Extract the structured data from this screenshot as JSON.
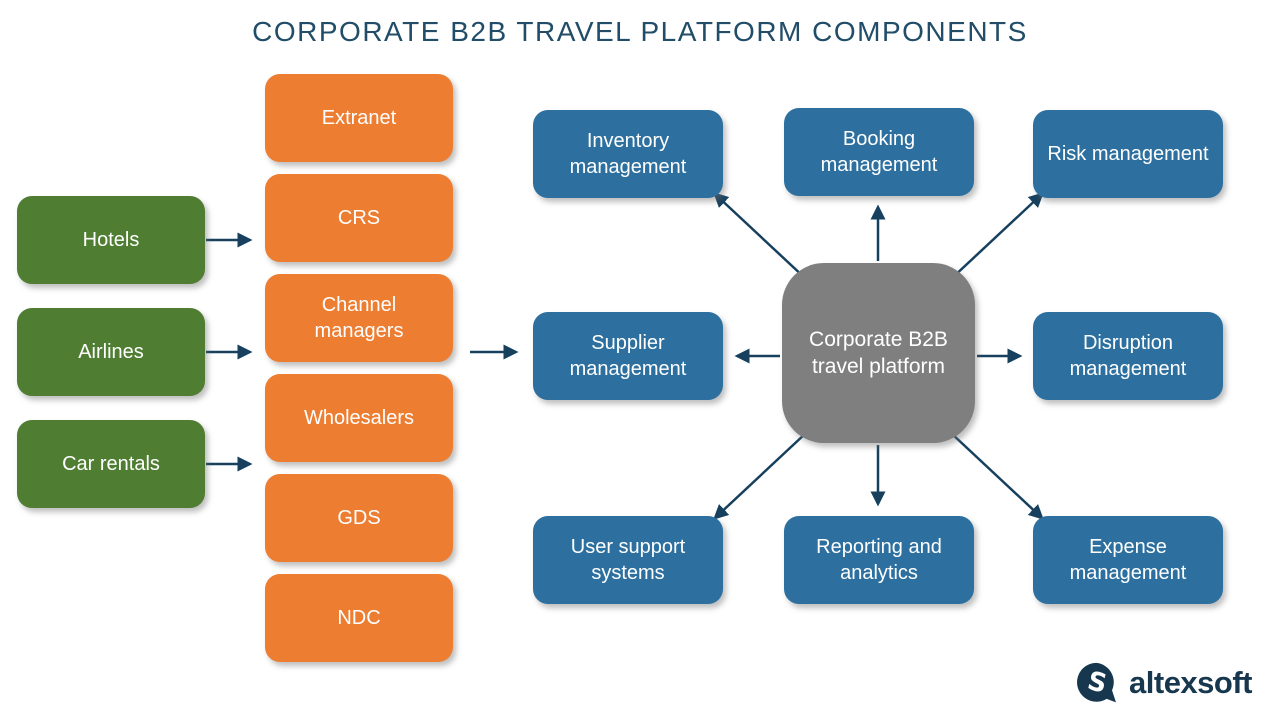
{
  "title": "CORPORATE B2B TRAVEL PLATFORM COMPONENTS",
  "colors": {
    "supplier_green": "#4F7D32",
    "system_orange": "#ED7D31",
    "component_blue": "#2D709F",
    "platform_gray": "#7F7F7F",
    "arrow_navy": "#17405E",
    "title_navy": "#214D68",
    "logo_navy": "#16374E"
  },
  "suppliers": [
    {
      "label": "Hotels"
    },
    {
      "label": "Airlines"
    },
    {
      "label": "Car rentals"
    }
  ],
  "systems": [
    {
      "label": "Extranet"
    },
    {
      "label": "CRS"
    },
    {
      "label": "Channel managers"
    },
    {
      "label": "Wholesalers"
    },
    {
      "label": "GDS"
    },
    {
      "label": "NDC"
    }
  ],
  "platform": {
    "label": "Corporate B2B travel platform"
  },
  "components": [
    {
      "label": "Inventory management"
    },
    {
      "label": "Booking management"
    },
    {
      "label": "Risk management"
    },
    {
      "label": "Supplier management"
    },
    {
      "label": "Disruption management"
    },
    {
      "label": "User support systems"
    },
    {
      "label": "Reporting and analytics"
    },
    {
      "label": "Expense management"
    }
  ],
  "logo": {
    "brand": "altexsoft",
    "icon": "speech-bubble-s"
  }
}
